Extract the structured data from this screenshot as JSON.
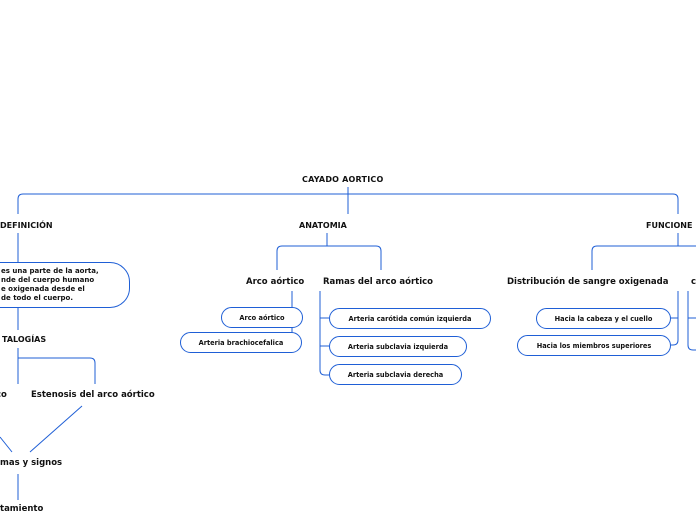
{
  "map": {
    "root": "CAYADO AORTICO",
    "definicion": {
      "title": "DEFINICIÓN",
      "text_lines": [
        "es una parte de la aorta,",
        "nde del cuerpo humano",
        "e oxigenada desde el",
        "de todo el cuerpo."
      ]
    },
    "patologias": {
      "title": "TALOGÍAS",
      "left_label": "co",
      "estenosis": "Estenosis del arco aórtico",
      "sintomas": "mas y signos",
      "tratamiento": "tamiento"
    },
    "anatomia": {
      "title": "ANATOMIA",
      "arco": {
        "title": "Arco aórtico",
        "items": [
          "Arco aórtico",
          "Arteria brachiocefalica"
        ]
      },
      "ramas": {
        "title": "Ramas del arco aórtico",
        "items": [
          "Arteria carótida común izquierda",
          "Arteria subclavia izquierda",
          "Arteria subclavia derecha"
        ]
      }
    },
    "funciones": {
      "title": "FUNCIONE",
      "distribucion": {
        "title": "Distribución de sangre oxigenada",
        "items": [
          "Hacia la cabeza y el cuello",
          "Hacia los miembros superiores"
        ]
      },
      "next_fragment": "c"
    }
  },
  "colors": {
    "line": "#1f5fd6",
    "text": "#111111"
  }
}
